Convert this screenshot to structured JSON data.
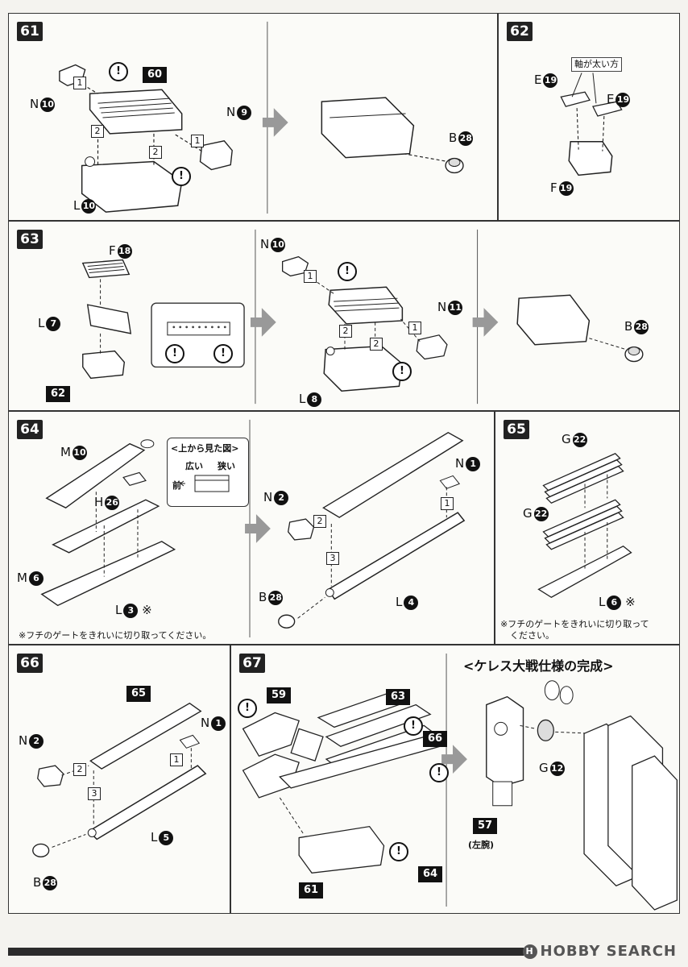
{
  "steps": {
    "s61": {
      "number": "61",
      "subassembly": "60",
      "parts": {
        "n10": {
          "letter": "N",
          "num": "10"
        },
        "n9": {
          "letter": "N",
          "num": "9"
        },
        "l10": {
          "letter": "L",
          "num": "10"
        },
        "b28": {
          "letter": "B",
          "num": "28"
        }
      },
      "order": [
        "1",
        "2",
        "2",
        "1"
      ],
      "caution": "!"
    },
    "s62": {
      "number": "62",
      "callout": "軸が太い方",
      "parts": {
        "e19a": {
          "letter": "E",
          "num": "19"
        },
        "e19b": {
          "letter": "E",
          "num": "19"
        },
        "f19": {
          "letter": "F",
          "num": "19"
        }
      }
    },
    "s63": {
      "number": "63",
      "subassembly": "62",
      "parts": {
        "f18": {
          "letter": "F",
          "num": "18"
        },
        "l7": {
          "letter": "L",
          "num": "7"
        },
        "n10": {
          "letter": "N",
          "num": "10"
        },
        "n11": {
          "letter": "N",
          "num": "11"
        },
        "l8": {
          "letter": "L",
          "num": "8"
        },
        "b28": {
          "letter": "B",
          "num": "28"
        }
      },
      "order": [
        "1",
        "2",
        "2",
        "1"
      ],
      "caution": "!"
    },
    "s64": {
      "number": "64",
      "parts": {
        "m10": {
          "letter": "M",
          "num": "10"
        },
        "h26": {
          "letter": "H",
          "num": "26"
        },
        "m6": {
          "letter": "M",
          "num": "6"
        },
        "l3": {
          "letter": "L",
          "num": "3"
        },
        "n1": {
          "letter": "N",
          "num": "1"
        },
        "n2": {
          "letter": "N",
          "num": "2"
        },
        "b28": {
          "letter": "B",
          "num": "28"
        },
        "l4": {
          "letter": "L",
          "num": "4"
        }
      },
      "inset": {
        "title": "<上から見た図>",
        "wide": "広い",
        "narrow": "狭い",
        "front": "前"
      },
      "order": [
        "1",
        "2",
        "3"
      ],
      "mark": "※",
      "note": "※フチのゲートをきれいに切り取ってください。"
    },
    "s65": {
      "number": "65",
      "parts": {
        "g22a": {
          "letter": "G",
          "num": "22"
        },
        "g22b": {
          "letter": "G",
          "num": "22"
        },
        "l6": {
          "letter": "L",
          "num": "6"
        }
      },
      "mark": "※",
      "note_line1": "※フチのゲートをきれいに切り取って",
      "note_line2": "ください。"
    },
    "s66": {
      "number": "66",
      "subassembly": "65",
      "parts": {
        "n2": {
          "letter": "N",
          "num": "2"
        },
        "n1": {
          "letter": "N",
          "num": "1"
        },
        "l5": {
          "letter": "L",
          "num": "5"
        },
        "b28": {
          "letter": "B",
          "num": "28"
        }
      },
      "order": [
        "2",
        "1",
        "3"
      ]
    },
    "s67": {
      "number": "67",
      "subassemblies": {
        "a": "59",
        "b": "63",
        "c": "66",
        "d": "61",
        "e": "64"
      },
      "caution": "!"
    },
    "final": {
      "title": "<ケレス大戦仕様の完成>",
      "part_g12": {
        "letter": "G",
        "num": "12"
      },
      "subassembly": "57",
      "arm_label": "(左腕)"
    }
  },
  "footer": {
    "watermark": "HOBBY SEARCH",
    "watermark_icon": "hobby-search-logo-icon"
  }
}
